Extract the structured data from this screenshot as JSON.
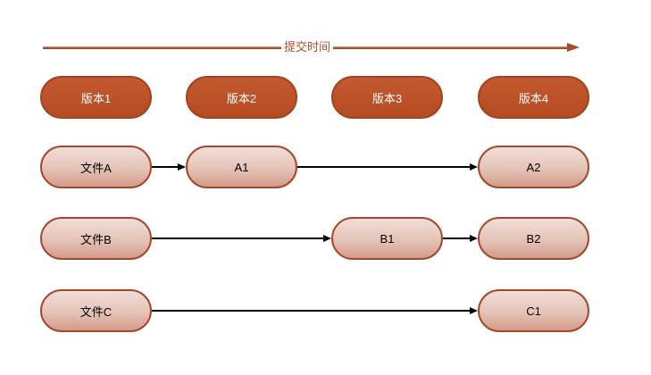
{
  "timeline": {
    "label": "提交时间"
  },
  "versions": [
    "版本1",
    "版本2",
    "版本3",
    "版本4"
  ],
  "rows": [
    {
      "file": "文件A",
      "revisions": [
        {
          "label": "A1",
          "column": "版本2"
        },
        {
          "label": "A2",
          "column": "版本4"
        }
      ]
    },
    {
      "file": "文件B",
      "revisions": [
        {
          "label": "B1",
          "column": "版本3"
        },
        {
          "label": "B2",
          "column": "版本4"
        }
      ]
    },
    {
      "file": "文件C",
      "revisions": [
        {
          "label": "C1",
          "column": "版本4"
        }
      ]
    }
  ],
  "colors": {
    "background": "#FFFFFF",
    "timeline": "#A9512E",
    "version_fill": "#BC5127",
    "version_border": "#A3431F",
    "version_text": "#FFFFFF",
    "file_fill_top": "#F1DED7",
    "file_fill_bottom": "#D39B8A",
    "file_border": "#A5482A",
    "file_text": "#000000",
    "connector": "#000000"
  }
}
